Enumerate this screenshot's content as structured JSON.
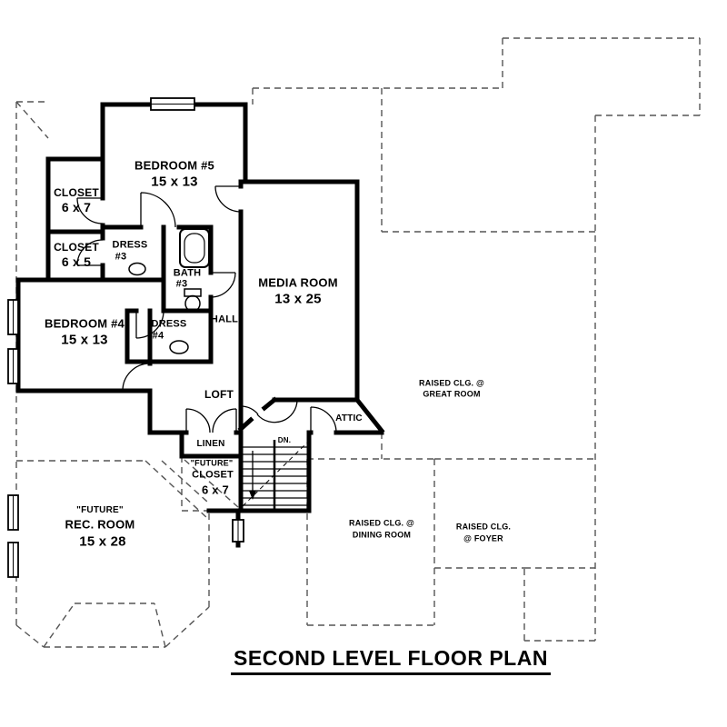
{
  "colors": {
    "wall": "#000000",
    "dashed": "#555555",
    "background": "#ffffff"
  },
  "title": "SECOND LEVEL FLOOR PLAN",
  "rooms": {
    "bedroom5": {
      "name": "BEDROOM #5",
      "dims": "15 x 13"
    },
    "closet_67": {
      "name": "CLOSET",
      "dims": "6 x 7"
    },
    "closet_65": {
      "name": "CLOSET",
      "dims": "6 x 5"
    },
    "dress3": {
      "name": "DRESS",
      "num": "#3"
    },
    "bath3": {
      "name": "BATH",
      "num": "#3"
    },
    "media_room": {
      "name": "MEDIA ROOM",
      "dims": "13 x 25"
    },
    "bedroom4": {
      "name": "BEDROOM #4",
      "dims": "15 x 13"
    },
    "dress4": {
      "name": "DRESS",
      "num": "#4"
    },
    "hall": {
      "name": "HALL"
    },
    "loft": {
      "name": "LOFT"
    },
    "attic": {
      "name": "ATTIC"
    },
    "linen": {
      "name": "LINEN"
    },
    "future_closet": {
      "prefix": "\"FUTURE\"",
      "name": "CLOSET",
      "dims": "6 x 7"
    },
    "future_rec_room": {
      "prefix": "\"FUTURE\"",
      "name": "REC. ROOM",
      "dims": "15 x 28"
    },
    "stairs": {
      "label": "DN."
    }
  },
  "annotations": {
    "great_room": {
      "line1": "RAISED CLG. @",
      "line2": "GREAT ROOM"
    },
    "dining_room": {
      "line1": "RAISED CLG. @",
      "line2": "DINING ROOM"
    },
    "foyer": {
      "line1": "RAISED CLG.",
      "line2": "@ FOYER"
    }
  }
}
